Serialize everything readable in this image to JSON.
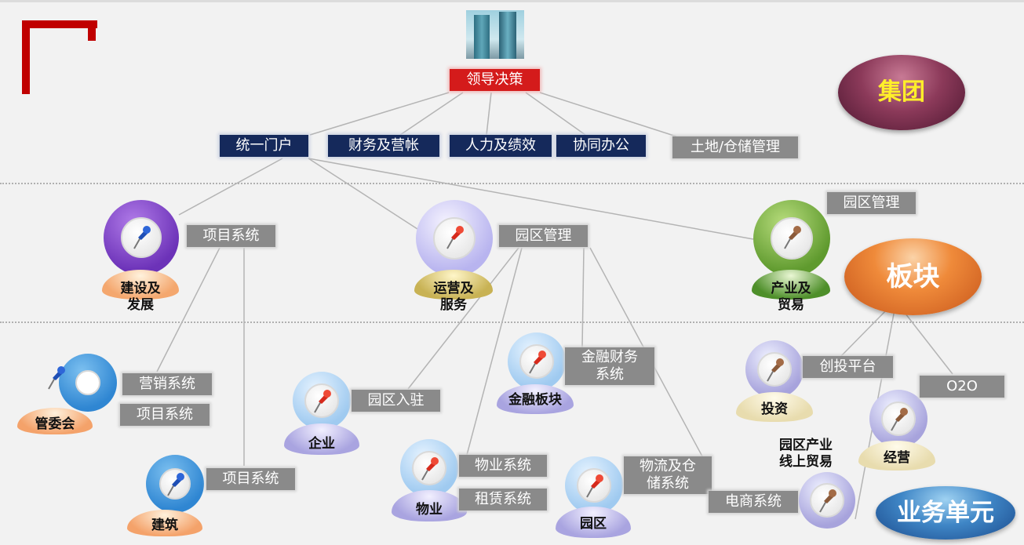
{
  "top": {
    "decision": "领导决策",
    "systems": [
      "统一门户",
      "财务及营帐",
      "人力及绩效",
      "协同办公",
      "土地/仓储管理"
    ]
  },
  "levels": {
    "group": "集团",
    "sector": "板块",
    "unit": "业务单元"
  },
  "sectors": {
    "construction": {
      "name": "建设及\n发展",
      "system": "项目系统"
    },
    "operation": {
      "name": "运营及\n服务",
      "system": "园区管理"
    },
    "industry": {
      "name": "产业及\n贸易",
      "system": "园区管理"
    }
  },
  "units": {
    "committee": {
      "name": "管委会",
      "systems": [
        "营销系统",
        "项目系统"
      ]
    },
    "build": {
      "name": "建筑",
      "system": "项目系统"
    },
    "enterprise": {
      "name": "企业",
      "system": "园区入驻"
    },
    "finance": {
      "name": "金融板块",
      "system": "金融财务\n系统"
    },
    "property": {
      "name": "物业",
      "systems": [
        "物业系统",
        "租赁系统"
      ]
    },
    "park": {
      "name": "园区",
      "systems": [
        "物流及仓\n储系统",
        "电商系统"
      ]
    },
    "invest": {
      "name": "投资",
      "system": "创投平台"
    },
    "manage": {
      "name": "经营",
      "system": "O2O"
    },
    "online": {
      "name": "园区产业\n线上贸易"
    }
  },
  "colors": {
    "navy": "#15295b",
    "red": "#d41b1b",
    "gray": "#8a8a8a",
    "purple": "#7b44c4",
    "green": "#6aa63a",
    "blue": "#3b8fd6"
  }
}
